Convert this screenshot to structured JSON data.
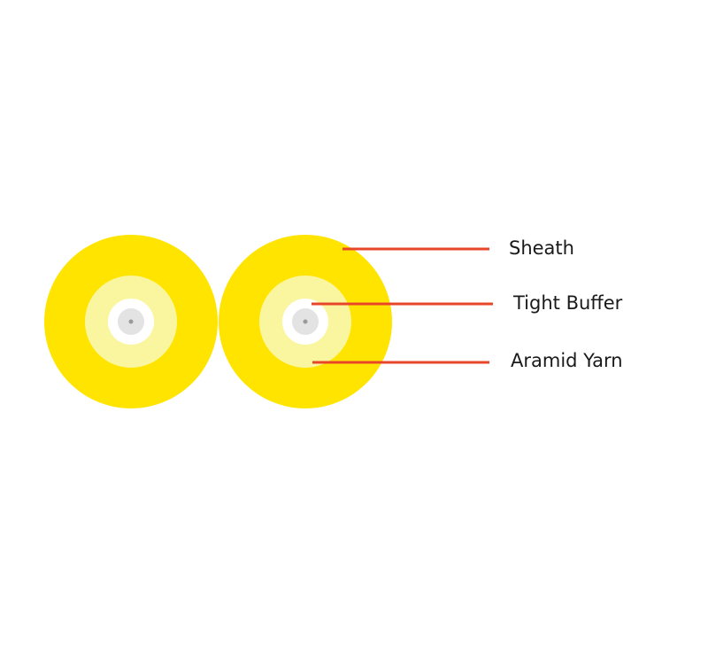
{
  "labels": {
    "sheath": "Sheath",
    "tight_buffer": "Tight Buffer",
    "aramid_yarn": "Aramid Yarn"
  },
  "colors": {
    "sheath": "#FFE400",
    "aramid_yarn": "#FAF6A0",
    "tight_buffer": "#FFFFFF",
    "coating": "#E3E3E3",
    "core": "#9A9A9A",
    "leader_line": "#E8462A"
  }
}
